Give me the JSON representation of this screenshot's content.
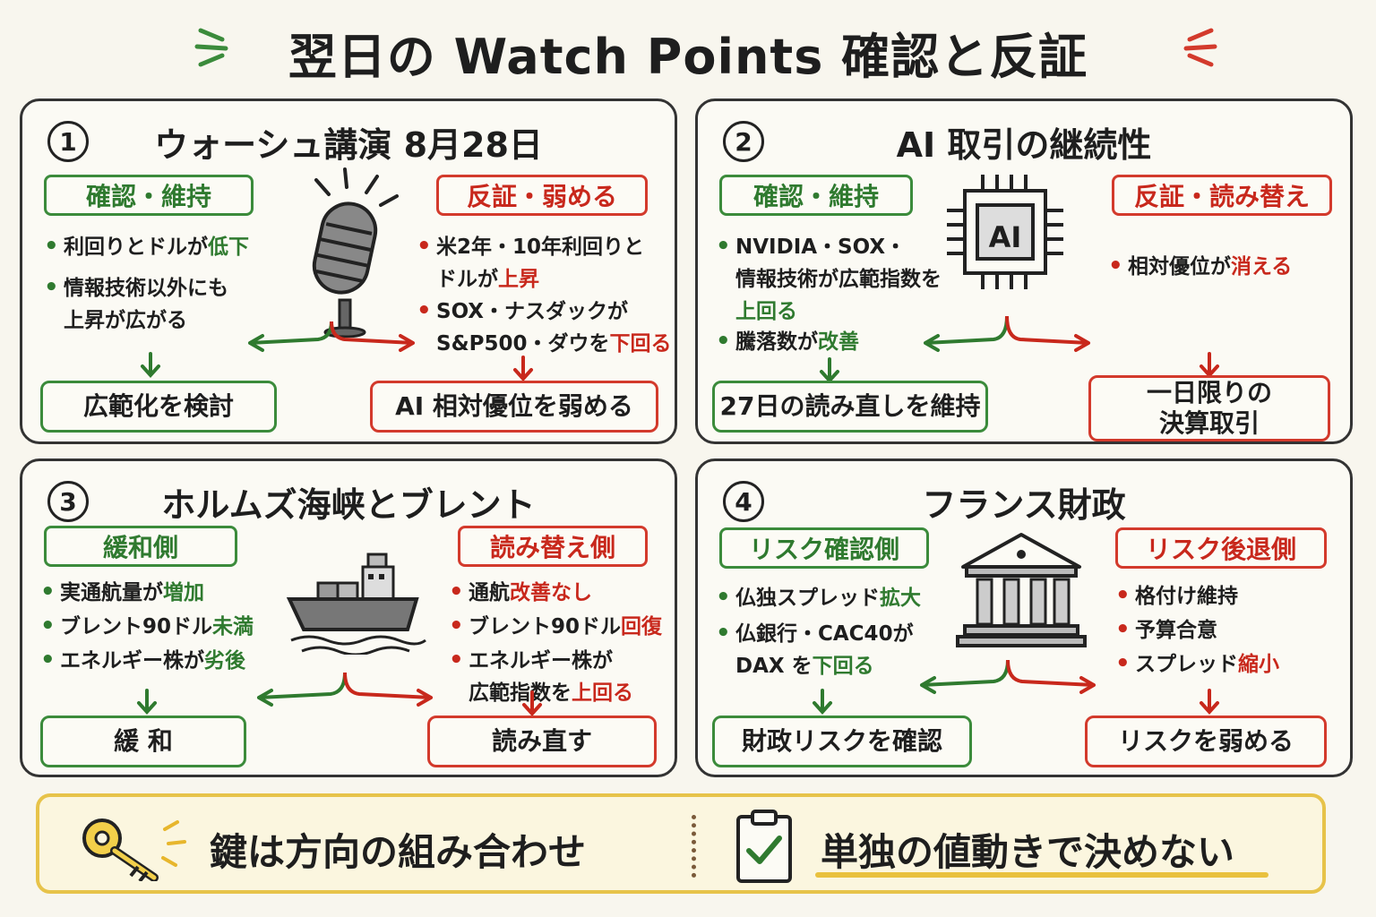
{
  "title": "翌日の Watch Points 確認と反証",
  "panels": [
    {
      "num": "1",
      "title": "ウォーシュ講演 8月28日",
      "left_label": "確認・維持",
      "right_label": "反証・弱める",
      "left_bullets": [
        {
          "pre": "利回りとドルが",
          "hl": "低下",
          "post": "",
          "cont": ""
        },
        {
          "pre": "情報技術以外にも",
          "hl": "",
          "post": "",
          "cont": "上昇が広がる"
        }
      ],
      "right_bullets": [
        {
          "pre": "米2年・10年利回りと",
          "hl": "",
          "post": "",
          "cont_pre": "ドルが",
          "cont_hl": "上昇"
        },
        {
          "pre": "SOX・ナスダックが",
          "hl": "",
          "post": "",
          "cont_pre": "S&P500・ダウを",
          "cont_hl": "下回る"
        }
      ],
      "left_result": "広範化を検討",
      "right_result": "AI 相対優位を弱める",
      "icon": "microphone-icon"
    },
    {
      "num": "2",
      "title": "AI 取引の継続性",
      "left_label": "確認・維持",
      "right_label": "反証・読み替え",
      "left_bullets": [
        {
          "line1": "NVIDIA・SOX・",
          "line2": "情報技術が広範指数を",
          "line3_hl": "上回る"
        },
        {
          "pre": "騰落数が",
          "hl": "改善"
        }
      ],
      "right_bullets": [
        {
          "pre": "相対優位が",
          "hl": "消える"
        }
      ],
      "left_result": "27日の読み直しを維持",
      "right_result_l1": "一日限りの",
      "right_result_l2": "決算取引",
      "chip_label": "AI",
      "icon": "ai-chip-icon"
    },
    {
      "num": "3",
      "title": "ホルムズ海峡とブレント",
      "left_label": "緩和側",
      "right_label": "読み替え側",
      "left_bullets": [
        {
          "pre": "実通航量が",
          "hl": "増加"
        },
        {
          "pre": "ブレント90ドル",
          "hl": "未満"
        },
        {
          "pre": "エネルギー株が",
          "hl": "劣後"
        }
      ],
      "right_bullets": [
        {
          "pre": "通航",
          "hl": "改善なし"
        },
        {
          "pre": "ブレント90ドル",
          "hl": "回復"
        },
        {
          "pre": "エネルギー株が",
          "hl": "",
          "cont_pre": "広範指数を",
          "cont_hl": "上回る"
        }
      ],
      "left_result": "緩 和",
      "right_result": "読み直す",
      "icon": "ship-icon"
    },
    {
      "num": "4",
      "title": "フランス財政",
      "left_label": "リスク確認側",
      "right_label": "リスク後退側",
      "left_bullets": [
        {
          "pre": "仏独スプレッド",
          "hl": "拡大"
        },
        {
          "pre": "仏銀行・CAC40が",
          "hl": "",
          "cont_pre": "DAX を",
          "cont_hl": "下回る"
        }
      ],
      "right_bullets": [
        {
          "pre": "格付け維持",
          "hl": ""
        },
        {
          "pre": "予算合意",
          "hl": ""
        },
        {
          "pre": "スプレッド",
          "hl": "縮小"
        }
      ],
      "left_result": "財政リスクを確認",
      "right_result": "リスクを弱める",
      "icon": "bank-building-icon"
    }
  ],
  "footer": {
    "left_text": "鍵は方向の組み合わせ",
    "right_text": "単独の値動きで決めない",
    "left_icon": "key-icon",
    "right_icon": "clipboard-check-icon"
  },
  "colors": {
    "green": "#2f7a2f",
    "red": "#c8281c",
    "yellow": "#e7c34a"
  }
}
